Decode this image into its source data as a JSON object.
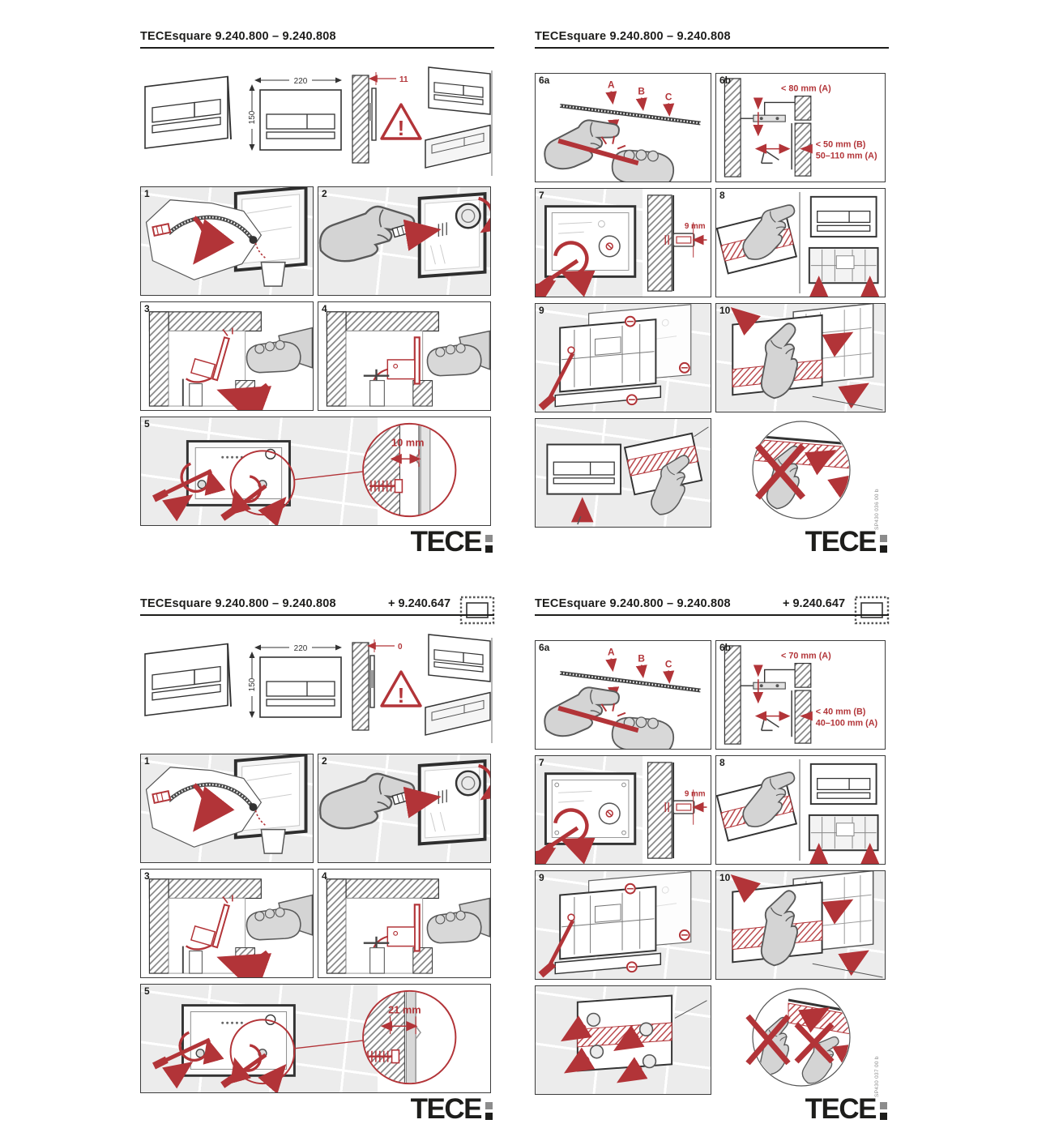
{
  "accent_color": "#b23438",
  "ink_color": "#1d1d1b",
  "logo": {
    "text": "TECE"
  },
  "pages": [
    {
      "title": "TECEsquare 9.240.800 – 9.240.808",
      "steps": {
        "s1": "1",
        "s2": "2",
        "s3": "3",
        "s4": "4",
        "s5": "5"
      },
      "dims": {
        "width": "220",
        "height": "150",
        "gap": "11"
      },
      "warning": "!",
      "detail_label": "10 mm"
    },
    {
      "title": "TECEsquare 9.240.800 – 9.240.808",
      "steps": {
        "s6a": "6a",
        "s6b": "6b",
        "s7": "7",
        "s8": "8",
        "s9": "9",
        "s10": "10"
      },
      "rod_labels": {
        "a": "A",
        "b": "B",
        "c": "C"
      },
      "measures": {
        "m1": "< 80 mm (A)",
        "m2": "< 50 mm (B)",
        "m3": "50–110 mm (A)",
        "m4": "9 mm"
      },
      "doc_code": "SP430 036 00 b"
    },
    {
      "title": "TECEsquare 9.240.800 – 9.240.808",
      "extra": "+ 9.240.647",
      "steps": {
        "s1": "1",
        "s2": "2",
        "s3": "3",
        "s4": "4",
        "s5": "5"
      },
      "dims": {
        "width": "220",
        "height": "150",
        "gap": "0"
      },
      "warning": "!",
      "detail_label": "21 mm"
    },
    {
      "title": "TECEsquare 9.240.800 – 9.240.808",
      "extra": "+ 9.240.647",
      "steps": {
        "s6a": "6a",
        "s6b": "6b",
        "s7": "7",
        "s8": "8",
        "s9": "9",
        "s10": "10"
      },
      "rod_labels": {
        "a": "A",
        "b": "B",
        "c": "C"
      },
      "measures": {
        "m1": "< 70 mm (A)",
        "m2": "< 40 mm (B)",
        "m3": "40–100 mm (A)",
        "m4": "9 mm"
      },
      "doc_code": "SP430 037 00 b"
    }
  ]
}
